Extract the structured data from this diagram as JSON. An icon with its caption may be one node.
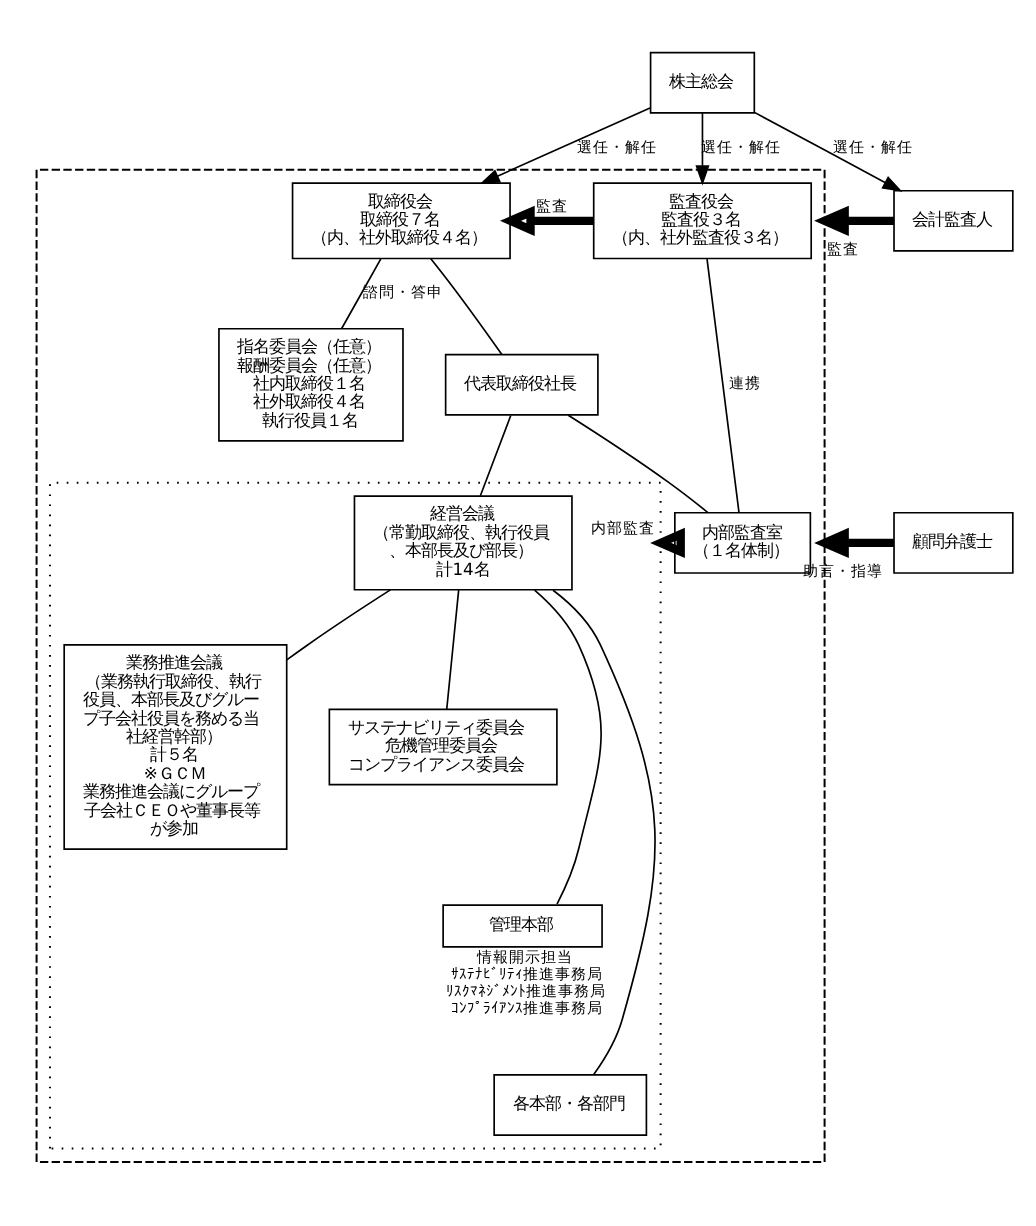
{
  "diagram": {
    "nodes": [
      {
        "text": [
          "株主総会"
        ]
      },
      {
        "text": [],
        "shape": "box"
      },
      {
        "text": [
          "取締役会",
          "取締役７名",
          "（内、社外取締役４名）"
        ],
        "in": 1
      },
      {
        "text": [
          "監査役会",
          "監査役３名",
          "（内、社外監査役３名）"
        ],
        "in": 1
      },
      {
        "text": [
          "指名委員会（任意）",
          "報酬委員会（任意）",
          "社内取締役１名",
          "社外取締役４名",
          "執行役員１名"
        ],
        "in": 1
      },
      {
        "text": [
          "代表取締役社長"
        ],
        "in": 1
      },
      {
        "text": [],
        "shape": "box",
        "in": 1
      },
      {
        "text": [
          "経営会議",
          "（常勤取締役、執行役員、本部長及び部長）",
          "計14名"
        ],
        "in": 6
      },
      {
        "text": [
          "業務推進会議",
          "（業務執行取締役、執行役員、本部長及びグループ子会社役員を務める当社経営幹部）",
          "計５名",
          "※ＧＣＭ",
          "業務推進会議にグループ子会社ＣＥＯや董事長等が参加"
        ],
        "in": 6
      },
      {
        "text": [
          "サステナビリティ委員会",
          "危機管理委員会",
          "コンプライアンス委員会"
        ],
        "in": 6
      },
      {
        "text": [
          "管理本部"
        ],
        "in": 6,
        "beside": [
          "情報開示担当",
          "ｻｽﾃﾅﾋﾞﾘﾃｨ推進事務局",
          "ﾘｽｸﾏﾈｼﾞﾒﾝﾄ推進事務局",
          "ｺﾝﾌﾟﾗｲｱﾝｽ推進事務局"
        ]
      },
      {
        "text": [
          "各本部・各部門"
        ],
        "in": 6
      },
      {
        "text": [
          "内部監査室",
          "（１名体制）"
        ],
        "in": 1
      },
      {
        "text": [
          "会計監査人"
        ]
      },
      {
        "text": [
          "顧問弁護士"
        ]
      }
    ],
    "edges": [
      {
        "from": 0,
        "to": 2,
        "arrow": "to",
        "label": "選任・解任"
      },
      {
        "from": 0,
        "to": 3,
        "arrow": "to",
        "label": "選任・解任"
      },
      {
        "from": 0,
        "to": 13,
        "arrow": "to",
        "label": "選任・解任"
      },
      {
        "from": 3,
        "to": 2,
        "arrow": "to",
        "label": "監査",
        "style": "thick"
      },
      {
        "from": 13,
        "to": 1,
        "arrow": "to",
        "label": "監査",
        "style": "thick"
      },
      {
        "from": 14,
        "to": 1,
        "arrow": "to",
        "label": "助言・指導",
        "style": "thick"
      },
      {
        "from": 2,
        "to": 4,
        "arrow": "none",
        "label": "諮問・答申"
      },
      {
        "from": 2,
        "to": 5,
        "arrow": "none"
      },
      {
        "from": 3,
        "to": 12,
        "arrow": "none",
        "label": "連携"
      },
      {
        "from": 5,
        "to": 12,
        "arrow": "none"
      },
      {
        "from": 12,
        "to": 6,
        "arrow": "to",
        "label": "内部監査",
        "style": "thick"
      },
      {
        "from": 5,
        "to": 7,
        "arrow": "none"
      },
      {
        "from": 7,
        "to": 8,
        "arrow": "none"
      },
      {
        "from": 7,
        "to": 9,
        "arrow": "none"
      },
      {
        "from": 7,
        "to": 10,
        "arrow": "none"
      },
      {
        "from": 7,
        "to": 11,
        "arrow": "none"
      }
    ]
  }
}
